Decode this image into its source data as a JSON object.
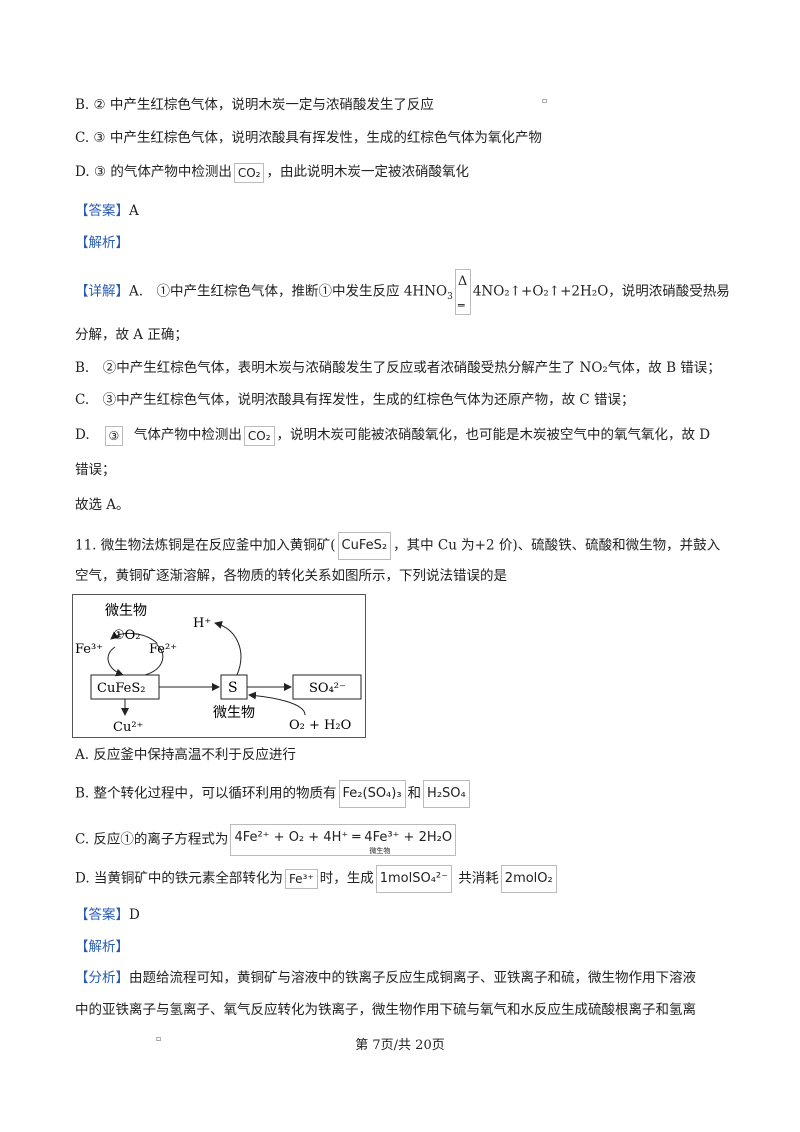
{
  "q10": {
    "optB": "B. ② 中产生红棕色气体，说明木炭一定与浓硝酸发生了反应",
    "optC": "C. ③ 中产生红棕色气体，说明浓酸具有挥发性，生成的红棕色气体为氧化产物",
    "optD_pre": "D. ③ 的气体产物中检测出",
    "optD_box": "CO₂",
    "optD_post": "，由此说明木炭一定被浓硝酸氧化",
    "answer_label": "【答案】",
    "answer": "A",
    "analysis_label": "【解析】",
    "detail_label": "【详解】",
    "detail_a_pre": "A.　①中产生红棕色气体，推断①中发生反应  4HNO",
    "detail_a_sub": "3",
    "detail_a_delta": "Δ",
    "detail_a_post": "4NO₂↑+O₂↑+2H₂O，说明浓硝酸受热易",
    "detail_a_cont": "分解，故 A 正确；",
    "detail_b": "B.　②中产生红棕色气体，表明木炭与浓硝酸发生了反应或者浓硝酸受热分解产生了  NO₂气体，故 B 错误；",
    "detail_c": "C.　③中产生红棕色气体，说明浓酸具有挥发性，生成的红棕色气体为还原产物，故 C 错误；",
    "detail_d_pre": "D.",
    "detail_d_num": "③",
    "detail_d_mid": "气体产物中检测出",
    "detail_d_box": "CO₂",
    "detail_d_post": "，说明木炭可能被浓硝酸氧化，也可能是木炭被空气中的氧气氧化，故 D",
    "detail_d_cont": "错误；",
    "choose": "故选 A。"
  },
  "q11": {
    "stem_pre": "11. 微生物法炼铜是在反应釜中加入黄铜矿(",
    "stem_box": "CuFeS₂",
    "stem_post": "，其中 Cu 为+2 价)、硫酸铁、硫酸和微生物，并鼓入",
    "stem_cont": "空气，黄铜矿逐渐溶解，各物质的转化关系如图所示，下列说法错误的是",
    "diagram": {
      "microbe_top": "微生物",
      "fe3": "Fe³⁺",
      "step1": "①O₂",
      "fe2": "Fe²⁺",
      "hplus": "H⁺",
      "cufes2": "CuFeS₂",
      "s": "S",
      "so4": "SO₄²⁻",
      "cu2": "Cu²⁺",
      "microbe_bottom": "微生物",
      "o2h2o": "O₂ + H₂O"
    },
    "optA": "A. 反应釜中保持高温不利于反应进行",
    "optB_pre": "B. 整个转化过程中，可以循环利用的物质有",
    "optB_box1": "Fe₂(SO₄)₃",
    "optB_and": "和",
    "optB_box2": "H₂SO₄",
    "optC_pre": "C. 反应①的离子方程式为",
    "optC_box": "4Fe²⁺ + O₂ + 4H⁺ ═ 4Fe³⁺ + 2H₂O",
    "optC_cond": "微生物",
    "optD_pre": "D. 当黄铜矿中的铁元素全部转化为",
    "optD_box1": "Fe³⁺",
    "optD_mid": "时，生成",
    "optD_box2": "1molSO₄²⁻",
    "optD_mid2": "共消耗",
    "optD_box3": "2molO₂",
    "answer_label": "【答案】",
    "answer": "D",
    "analysis_label": "【解析】",
    "fenxi_label": "【分析】",
    "fenxi1": "由题给流程可知，黄铜矿与溶液中的铁离子反应生成铜离子、亚铁离子和硫，微生物作用下溶液",
    "fenxi2": "中的亚铁离子与氢离子、氧气反应转化为铁离子，微生物作用下硫与氧气和水反应生成硫酸根离子和氢离"
  },
  "footer": "第 7页/共 20页"
}
